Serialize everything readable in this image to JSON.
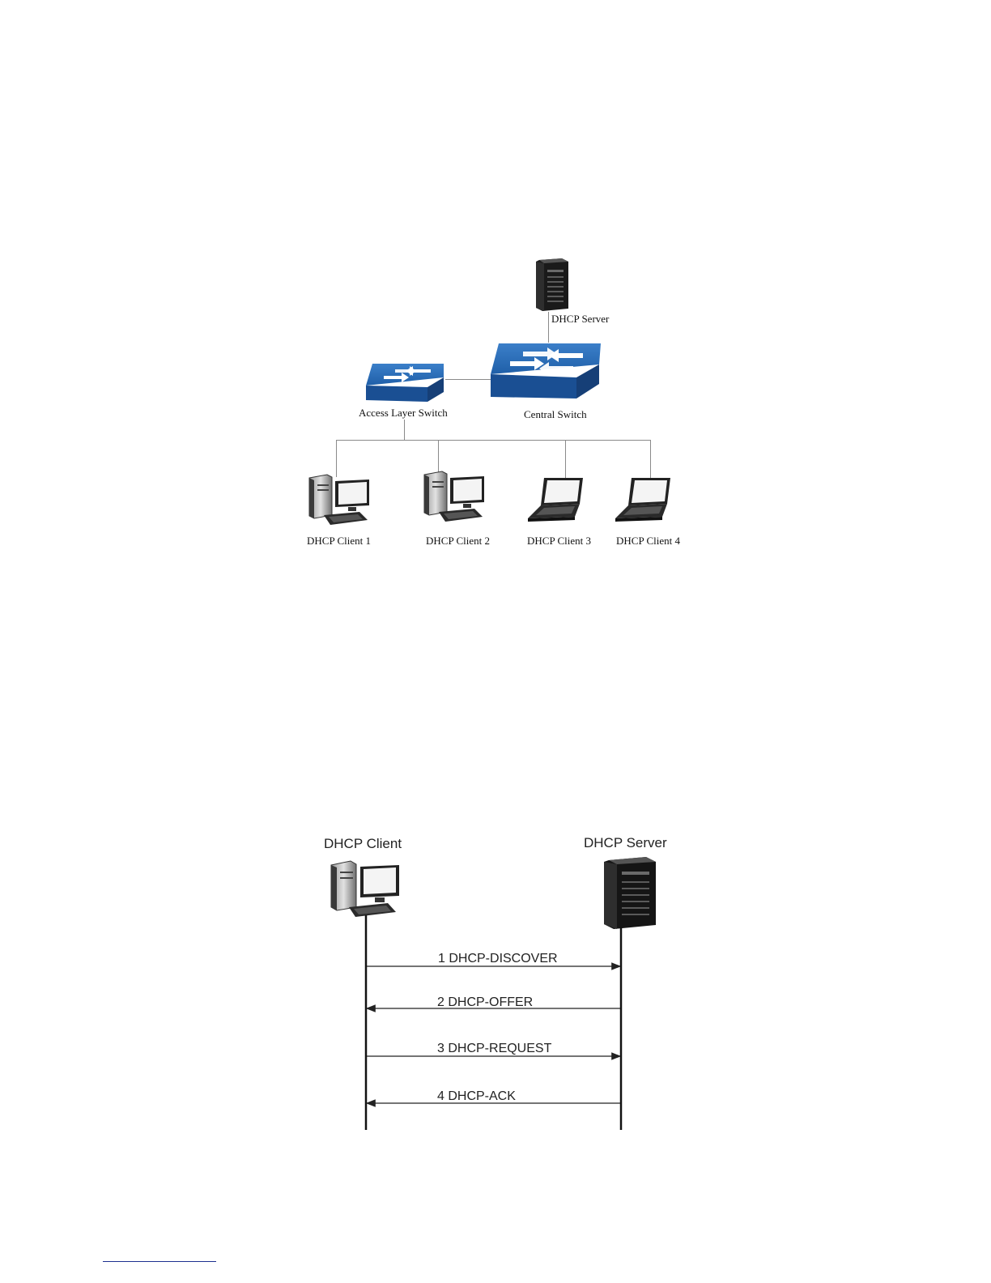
{
  "topology": {
    "server_label": "DHCP Server",
    "access_switch_label": "Access Layer Switch",
    "central_switch_label": "Central Switch",
    "clients": [
      {
        "label": "DHCP Client 1",
        "kind": "desktop"
      },
      {
        "label": "DHCP Client 2",
        "kind": "desktop"
      },
      {
        "label": "DHCP Client 3",
        "kind": "laptop"
      },
      {
        "label": "DHCP Client 4",
        "kind": "laptop"
      }
    ],
    "switch_color": "#1f5fa8"
  },
  "sequence": {
    "client_label": "DHCP Client",
    "server_label": "DHCP Server",
    "messages": [
      {
        "label": "1 DHCP-DISCOVER",
        "direction": "client-to-server"
      },
      {
        "label": "2 DHCP-OFFER",
        "direction": "server-to-client"
      },
      {
        "label": "3 DHCP-REQUEST",
        "direction": "client-to-server"
      },
      {
        "label": "4 DHCP-ACK",
        "direction": "server-to-client"
      }
    ]
  }
}
